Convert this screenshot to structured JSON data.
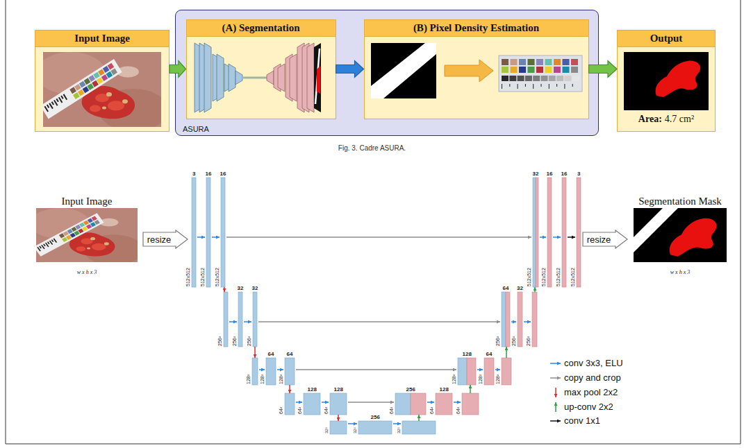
{
  "diagram": {
    "caption": "Fig. 3. Cadre ASURA.",
    "nodes": [
      {
        "text": [
          "Input Image"
        ]
      },
      {
        "text": [
          "ASURA"
        ]
      },
      {
        "text": [
          "(A) Segmentation"
        ],
        "in": 1
      },
      {
        "text": [
          "(B) Pixel Density Estimation"
        ],
        "in": 1
      },
      {
        "text": [
          "Output",
          "Area:",
          "4.7 cm²"
        ]
      },
      {
        "text": [
          "Input Image",
          "w x h x 3"
        ]
      },
      {
        "text": [
          "resize"
        ]
      },
      {
        "text": [
          "resize"
        ]
      },
      {
        "text": [
          "Segmentation Mask",
          "w x h x 3"
        ]
      }
    ],
    "edges": [
      {
        "from": 0,
        "to": 2,
        "arrow": "to"
      },
      {
        "from": 2,
        "to": 3,
        "arrow": "to"
      },
      {
        "from": 3,
        "to": 4,
        "arrow": "to"
      }
    ],
    "labels": [
      "3",
      "16",
      "16",
      "512x512",
      "512x512",
      "512x512",
      "32",
      "16",
      "16",
      "3",
      "512x512",
      "512x512",
      "512x512",
      "512x512",
      "32",
      "32",
      "256²",
      "256²",
      "256²",
      "64",
      "32",
      "256²",
      "256²",
      "256²",
      "64",
      "64",
      "128²",
      "128²",
      "128²",
      "128",
      "64",
      "128²",
      "128²",
      "128²",
      "128",
      "128",
      "64²",
      "64²",
      "64²",
      "256",
      "128",
      "64²",
      "64²",
      "64²",
      "256",
      "32²",
      "32²",
      "32²"
    ],
    "legend": [
      {
        "text": "conv 3x3, ELU"
      },
      {
        "text": "copy and crop"
      },
      {
        "text": "max pool 2x2"
      },
      {
        "text": "up-conv 2x2"
      },
      {
        "text": "conv 1x1"
      }
    ]
  }
}
